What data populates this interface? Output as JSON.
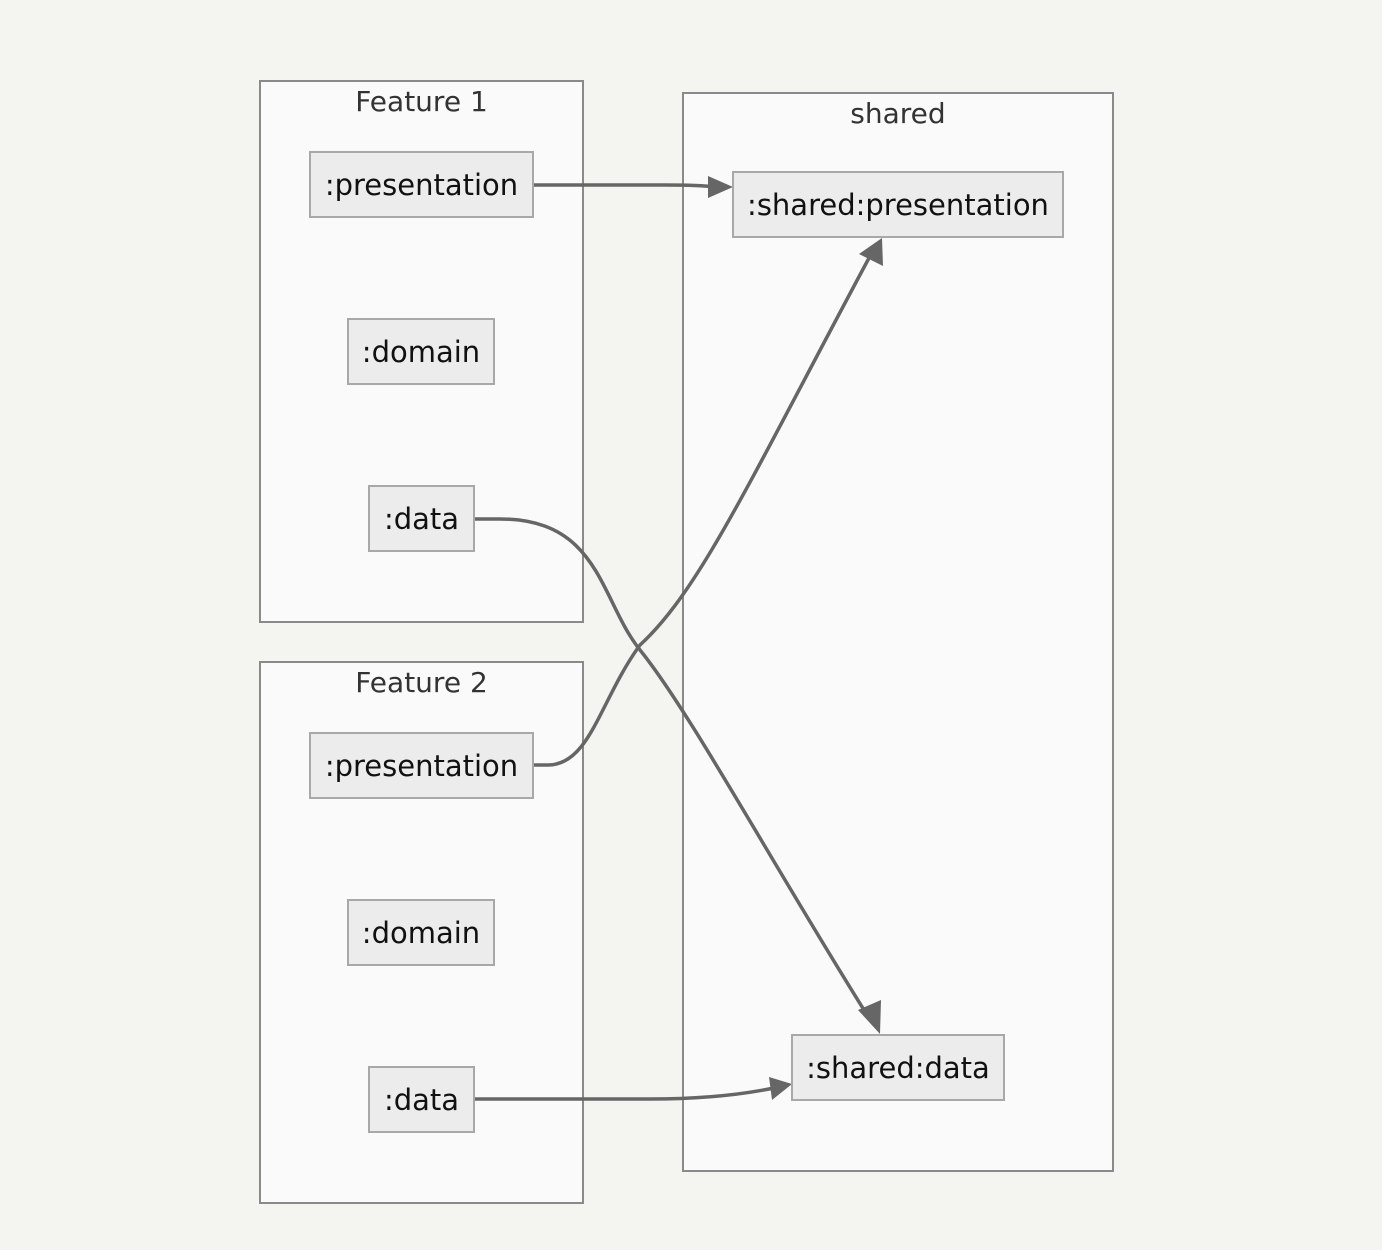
{
  "clusters": {
    "feature1": {
      "title": "Feature 1"
    },
    "feature2": {
      "title": "Feature 2"
    },
    "shared": {
      "title": "shared"
    }
  },
  "nodes": {
    "f1_presentation": ":presentation",
    "f1_domain": ":domain",
    "f1_data": ":data",
    "f2_presentation": ":presentation",
    "f2_domain": ":domain",
    "f2_data": ":data",
    "shared_presentation": ":shared:presentation",
    "shared_data": ":shared:data"
  },
  "edges": [
    {
      "from": "f1_presentation",
      "to": "shared_presentation"
    },
    {
      "from": "f1_data",
      "to": "shared_data"
    },
    {
      "from": "f2_presentation",
      "to": "shared_presentation"
    },
    {
      "from": "f2_data",
      "to": "shared_data"
    }
  ],
  "colors": {
    "background": "#f4f4f0",
    "cluster_fill": "#fafafa",
    "cluster_border": "#8a8a8a",
    "node_fill": "#ececec",
    "node_border": "#a8a8a8",
    "edge": "#666666"
  }
}
